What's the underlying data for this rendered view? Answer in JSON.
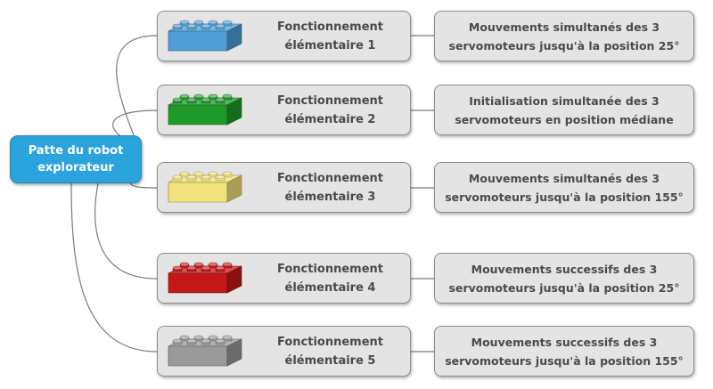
{
  "root": {
    "label": "Patte du robot explorateur",
    "color": "#2ba3dc"
  },
  "steps": [
    {
      "label": "Fonctionnement élémentaire 1",
      "description": "Mouvements simultanés des 3 servomoteurs jusqu'à la position 25°",
      "brick_color": "#4f9fd6",
      "brick_icon": "lego-brick-blue-icon"
    },
    {
      "label": "Fonctionnement élémentaire 2",
      "description": "Initialisation simultanée des 3 servomoteurs en position médiane",
      "brick_color": "#1f9a2a",
      "brick_icon": "lego-brick-green-icon"
    },
    {
      "label": "Fonctionnement élémentaire 3",
      "description": "Mouvements simultanés des 3 servomoteurs jusqu'à la position 155°",
      "brick_color": "#f2e27c",
      "brick_icon": "lego-brick-yellow-icon"
    },
    {
      "label": "Fonctionnement élémentaire 4",
      "description": "Mouvements successifs des 3 servomoteurs jusqu'à la position 25°",
      "brick_color": "#c41818",
      "brick_icon": "lego-brick-red-icon"
    },
    {
      "label": "Fonctionnement élémentaire 5",
      "description": "Mouvements successifs des 3 servomoteurs jusqu'à la position 155°",
      "brick_color": "#9a9a9a",
      "brick_icon": "lego-brick-gray-icon"
    }
  ]
}
